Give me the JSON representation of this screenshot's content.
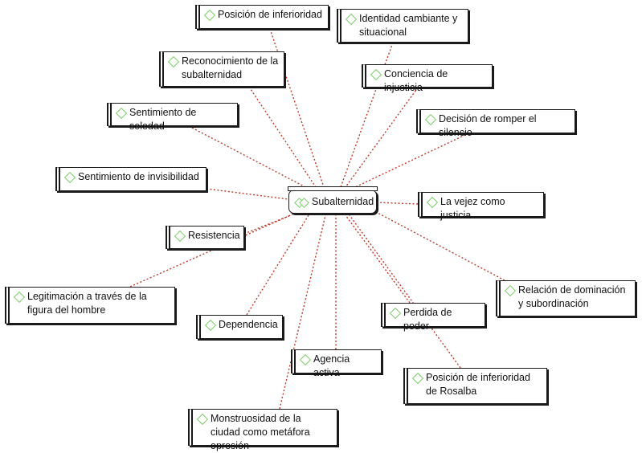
{
  "diagram": {
    "center": {
      "label": "Subalternidad"
    },
    "nodes": [
      {
        "id": "n1",
        "label": "Posición de inferioridad"
      },
      {
        "id": "n2",
        "label": "Identidad cambiante y situacional"
      },
      {
        "id": "n3",
        "label": "Reconocimiento de la subalternidad"
      },
      {
        "id": "n4",
        "label": "Conciencia de injusticia"
      },
      {
        "id": "n5",
        "label": "Sentimiento de soledad"
      },
      {
        "id": "n6",
        "label": "Decisión de romper el silencio"
      },
      {
        "id": "n7",
        "label": "Sentimiento de invisibilidad"
      },
      {
        "id": "n8",
        "label": "La vejez como justicia"
      },
      {
        "id": "n9",
        "label": "Resistencia"
      },
      {
        "id": "n10",
        "label": "Legitimación a través de la figura del hombre"
      },
      {
        "id": "n11",
        "label": "Relación de dominación y subordinación"
      },
      {
        "id": "n12",
        "label": "Dependencia"
      },
      {
        "id": "n13",
        "label": "Perdida de poder"
      },
      {
        "id": "n14",
        "label": "Agencia activa"
      },
      {
        "id": "n15",
        "label": "Posición de inferioridad de Rosalba"
      },
      {
        "id": "n16",
        "label": "Monstruosidad de la ciudad como metáfora opresión"
      }
    ]
  },
  "colors": {
    "link": "#c0392b",
    "icon": "#7ccf6a",
    "border": "#1a1a1a"
  }
}
